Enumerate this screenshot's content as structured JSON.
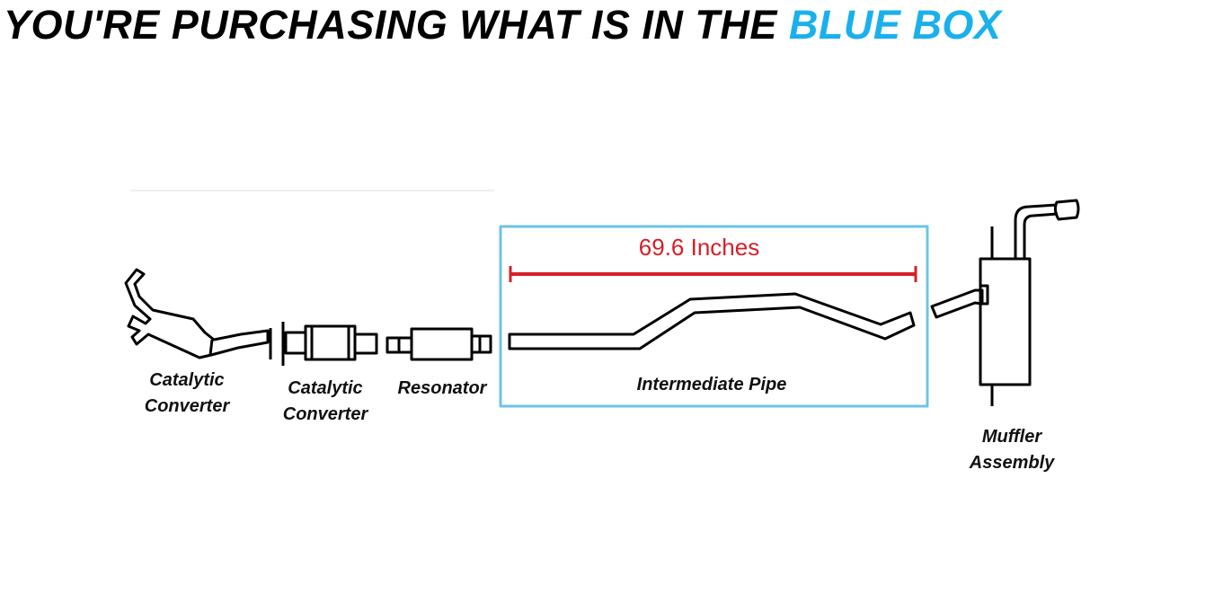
{
  "header": {
    "title_main": "YOU'RE PURCHASING WHAT IS IN THE ",
    "title_highlight": "BLUE BOX"
  },
  "diagram": {
    "highlight_color": "#6cc4e4",
    "dimension_color": "#d61f26",
    "dimension_label": "69.6 Inches",
    "parts": [
      {
        "line1": "Catalytic",
        "line2": "Converter"
      },
      {
        "line1": "Catalytic",
        "line2": "Converter"
      },
      {
        "line1": "Resonator"
      },
      {
        "line1": "Intermediate Pipe"
      },
      {
        "line1": "Muffler",
        "line2": "Assembly"
      }
    ]
  }
}
